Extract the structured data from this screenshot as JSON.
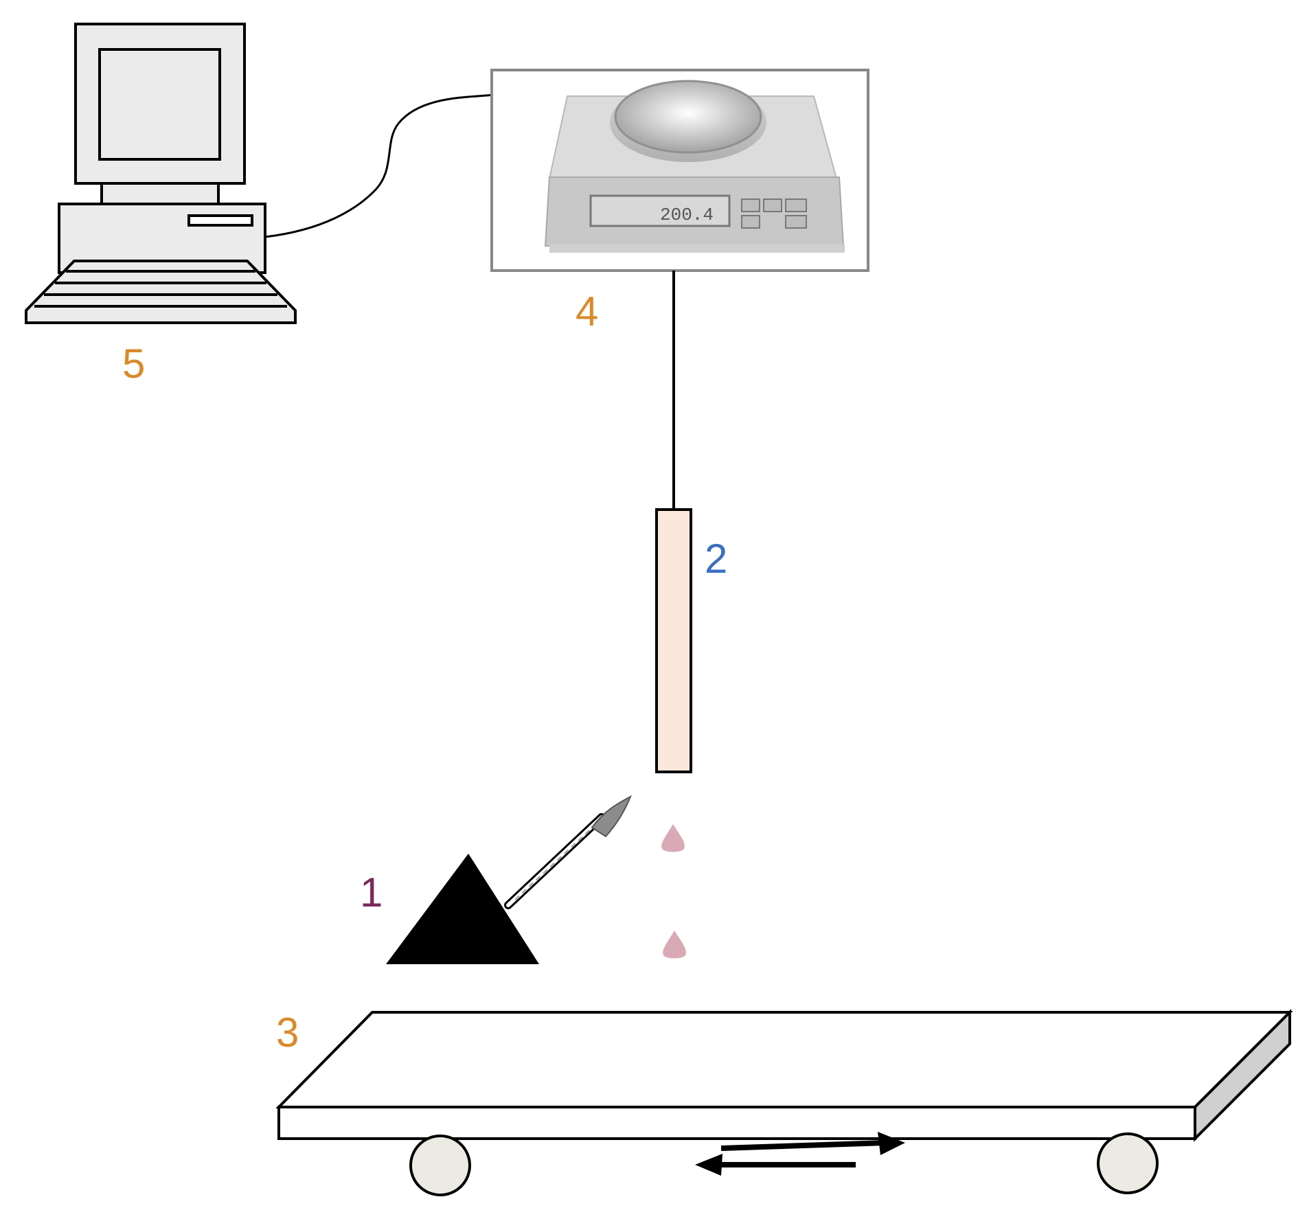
{
  "labels": {
    "label_1": "1",
    "label_2": "2",
    "label_3": "3",
    "label_4": "4",
    "label_5": "5"
  },
  "balance_display": "200.4",
  "colors": {
    "label_1": "#7a2a5a",
    "label_2": "#3a6ec0",
    "label_3": "#d98a2a",
    "label_4": "#d98a2a",
    "label_5": "#d98a2a",
    "tube_fill": "#fae8dc",
    "droplet": "#d9aab5",
    "wheel": "#ecebe3",
    "belt_side": "#cfcfcf",
    "computer_fill": "#ebebeb"
  },
  "icons": [
    "computer-icon",
    "balance-icon",
    "nozzle-icon",
    "droplet-icon",
    "wheel-icon",
    "arrow-icon"
  ]
}
